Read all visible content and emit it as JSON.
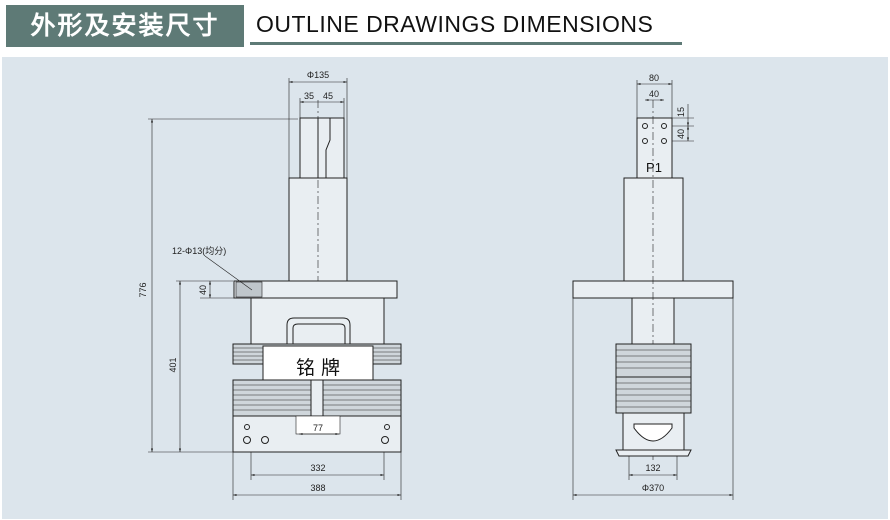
{
  "header": {
    "title_cn": "外形及安装尺寸",
    "title_en": "OUTLINE  DRAWINGS  DIMENSIONS"
  },
  "colors": {
    "accent": "#5e7a76",
    "drawing_bg": "#dce5ec",
    "line": "#222222",
    "part_fill": "#e9eef2"
  },
  "front_view": {
    "dim_phi135": "Φ135",
    "dim_35": "35",
    "dim_45": "45",
    "dim_776": "776",
    "dim_401": "401",
    "dim_40": "40",
    "hole_note": "12-Φ13(均分)",
    "nameplate": "铭  牌",
    "dim_77": "77",
    "dim_332": "332",
    "dim_388": "388"
  },
  "side_view": {
    "dim_80": "80",
    "dim_40_top": "40",
    "dim_15": "15",
    "dim_40_right": "40",
    "terminal_label": "P1",
    "dim_132": "132",
    "dim_phi370": "Φ370"
  }
}
